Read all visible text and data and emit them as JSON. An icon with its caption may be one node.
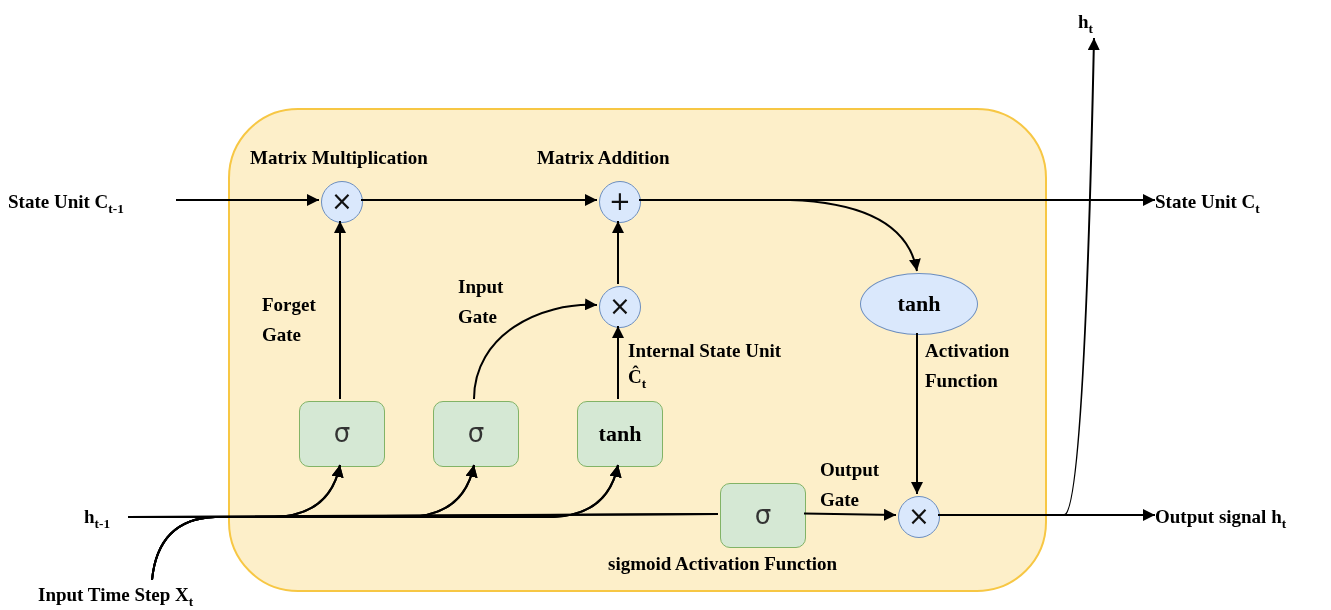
{
  "diagram": {
    "nodes": [
      {
        "text": [],
        "shape": "box"
      },
      {
        "text": [
          "×"
        ],
        "in": 0
      },
      {
        "text": [
          "+"
        ],
        "in": 0
      },
      {
        "text": [
          "×"
        ],
        "in": 0
      },
      {
        "text": [
          "tanh"
        ],
        "in": 0
      },
      {
        "text": [
          "σ"
        ],
        "in": 0
      },
      {
        "text": [
          "σ"
        ],
        "in": 0
      },
      {
        "text": [
          "tanh"
        ],
        "in": 0
      },
      {
        "text": [
          "σ"
        ],
        "in": 0
      },
      {
        "text": [
          "×"
        ],
        "in": 0
      },
      {
        "text": [
          "State Unit C$_{t-1}$"
        ]
      },
      {
        "text": [
          "State Unit C$_{t}$"
        ]
      },
      {
        "text": [
          "h$_{t-1}$"
        ]
      },
      {
        "text": [
          "Input Time Step  X$_{t}$"
        ]
      },
      {
        "text": [
          "Output signal h$_{t}$"
        ]
      },
      {
        "text": [
          "h$_{t}$"
        ]
      }
    ],
    "edges": [
      {
        "from": 10,
        "to": 1,
        "arrow": "to"
      },
      {
        "from": 1,
        "to": 2,
        "arrow": "to"
      },
      {
        "from": 2,
        "to": 11,
        "arrow": "to"
      },
      {
        "from": 2,
        "to": 4,
        "arrow": "to"
      },
      {
        "from": 4,
        "to": 9,
        "arrow": "to"
      },
      {
        "from": 3,
        "to": 2,
        "arrow": "to"
      },
      {
        "from": 7,
        "to": 3,
        "arrow": "to"
      },
      {
        "from": 6,
        "to": 3,
        "arrow": "to"
      },
      {
        "from": 5,
        "to": 1,
        "arrow": "to"
      },
      {
        "from": 12,
        "to": 5,
        "arrow": "to"
      },
      {
        "from": 12,
        "to": 6,
        "arrow": "to"
      },
      {
        "from": 12,
        "to": 7,
        "arrow": "to"
      },
      {
        "from": 12,
        "to": 8,
        "arrow": "none"
      },
      {
        "from": 13,
        "to": 5,
        "arrow": "to"
      },
      {
        "from": 13,
        "to": 6,
        "arrow": "to"
      },
      {
        "from": 13,
        "to": 7,
        "arrow": "to"
      },
      {
        "from": 13,
        "to": 8,
        "arrow": "none"
      },
      {
        "from": 8,
        "to": 9,
        "arrow": "to"
      },
      {
        "from": 9,
        "to": 14,
        "arrow": "to"
      },
      {
        "from": 9,
        "to": 15,
        "arrow": "to"
      }
    ],
    "labels": [
      "Matrix Multiplication",
      "Matrix Addition",
      "Forget Gate",
      "Input Gate",
      "Internal State Unit",
      "Ĉ$_{t}$",
      "Activation Function",
      "Output Gate",
      "sigmoid Activation Function"
    ]
  }
}
